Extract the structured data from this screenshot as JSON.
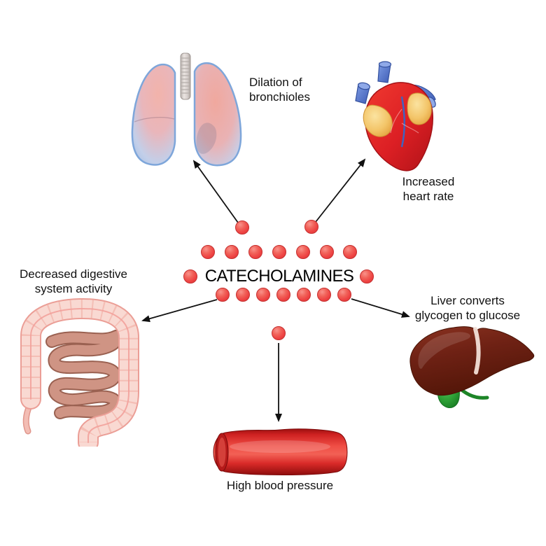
{
  "diagram": {
    "title": "CATECHOLAMINES",
    "effects": [
      {
        "organ": "lungs",
        "label": "Dilation of bronchioles"
      },
      {
        "organ": "heart",
        "label": "Increased heart rate"
      },
      {
        "organ": "intestines",
        "label": "Decreased digestive system activity"
      },
      {
        "organ": "liver",
        "label": "Liver converts glycogen to glucose"
      },
      {
        "organ": "blood-vessel",
        "label": "High blood pressure"
      }
    ],
    "connections": [
      {
        "from": "catecholamines",
        "to": "lungs"
      },
      {
        "from": "catecholamines",
        "to": "heart"
      },
      {
        "from": "catecholamines",
        "to": "intestines"
      },
      {
        "from": "catecholamines",
        "to": "liver"
      },
      {
        "from": "catecholamines",
        "to": "blood-vessel"
      }
    ],
    "molecule": {
      "name": "catecholamine",
      "dot_count": 19
    },
    "colors": {
      "background": "#ffffff",
      "text": "#111111",
      "arrow": "#111111",
      "dot_fill": "#ee4343",
      "dot_border": "#c53030",
      "lung_outline": "#7ea6da",
      "heart_body": "#dc1f24",
      "heart_vessels": "#5b83d6",
      "intestine_outer": "#f9d9d2",
      "intestine_inner": "#cf9484",
      "liver_body": "#6e2114",
      "gallbladder": "#2da035",
      "vessel_red": "#e02626"
    }
  }
}
